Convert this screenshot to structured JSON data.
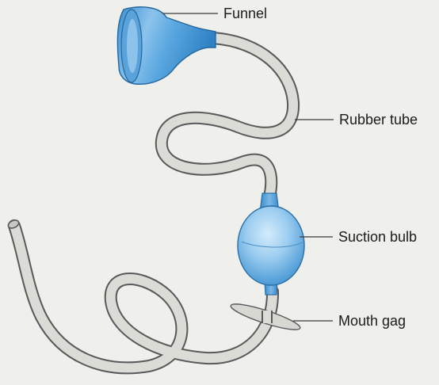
{
  "labels": {
    "funnel": "Funnel",
    "rubber_tube": "Rubber tube",
    "suction_bulb": "Suction bulb",
    "mouth_gag": "Mouth gag"
  },
  "colors": {
    "background": "#eff0ec",
    "tube_fill": "#dcdcd6",
    "tube_edge": "#58595b",
    "blue_dark": "#2f86c8",
    "blue_light": "#a9d4f1"
  }
}
